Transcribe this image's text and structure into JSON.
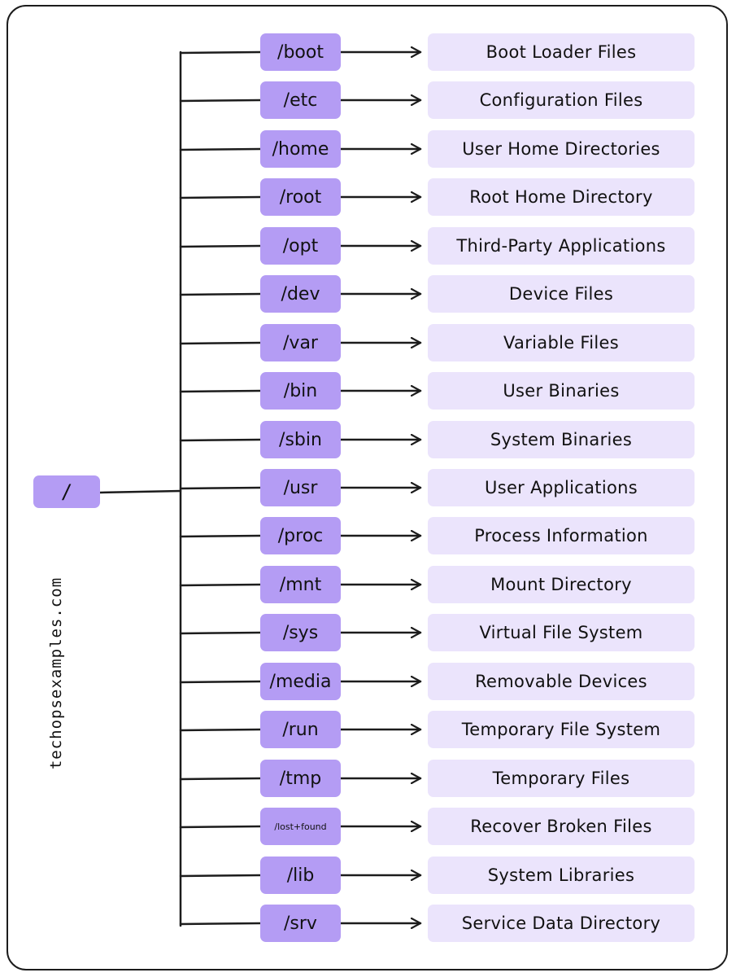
{
  "root_label": "/",
  "watermark": "techopsexamples.com",
  "colors": {
    "directory_fill": "#b49cf4",
    "description_fill": "#ebe4fc",
    "line": "#1c1c1c"
  },
  "rows": [
    {
      "dir": "/boot",
      "desc": "Boot Loader Files"
    },
    {
      "dir": "/etc",
      "desc": "Configuration Files"
    },
    {
      "dir": "/home",
      "desc": "User Home Directories"
    },
    {
      "dir": "/root",
      "desc": "Root Home Directory"
    },
    {
      "dir": "/opt",
      "desc": "Third-Party Applications"
    },
    {
      "dir": "/dev",
      "desc": "Device Files"
    },
    {
      "dir": "/var",
      "desc": "Variable Files"
    },
    {
      "dir": "/bin",
      "desc": "User Binaries"
    },
    {
      "dir": "/sbin",
      "desc": "System Binaries"
    },
    {
      "dir": "/usr",
      "desc": "User Applications"
    },
    {
      "dir": "/proc",
      "desc": "Process Information"
    },
    {
      "dir": "/mnt",
      "desc": "Mount Directory"
    },
    {
      "dir": "/sys",
      "desc": "Virtual File System"
    },
    {
      "dir": "/media",
      "desc": "Removable Devices"
    },
    {
      "dir": "/run",
      "desc": "Temporary File System"
    },
    {
      "dir": "/tmp",
      "desc": "Temporary Files"
    },
    {
      "dir": "/lost+found",
      "desc": "Recover Broken Files"
    },
    {
      "dir": "/lib",
      "desc": "System Libraries"
    },
    {
      "dir": "/srv",
      "desc": "Service Data Directory"
    }
  ]
}
